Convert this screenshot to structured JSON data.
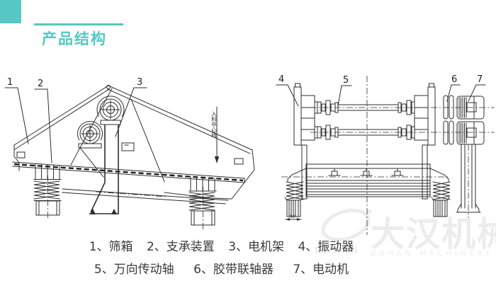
{
  "colors": {
    "accent": "#56c7c4",
    "line": "#2e2e2e",
    "watermark": "#ececec"
  },
  "header": {
    "title": "产品结构"
  },
  "legend": {
    "items": [
      {
        "label": "1、筛箱"
      },
      {
        "label": "2、支承装置"
      },
      {
        "label": "3、电机架"
      },
      {
        "label": "4、振动器"
      },
      {
        "label": "5、万向传动轴"
      },
      {
        "label": "6、胶带联轴器"
      },
      {
        "label": "7、电动机"
      }
    ]
  },
  "diagram": {
    "part_numbers": [
      "1",
      "2",
      "3",
      "4",
      "5",
      "6",
      "7"
    ],
    "feed_centerline_label": "入料中心线",
    "foot_dimension": "90"
  },
  "watermark": {
    "cn": "大汉机械",
    "en": "DAHAN MACHINERY",
    "en_small": "DAHAN"
  }
}
